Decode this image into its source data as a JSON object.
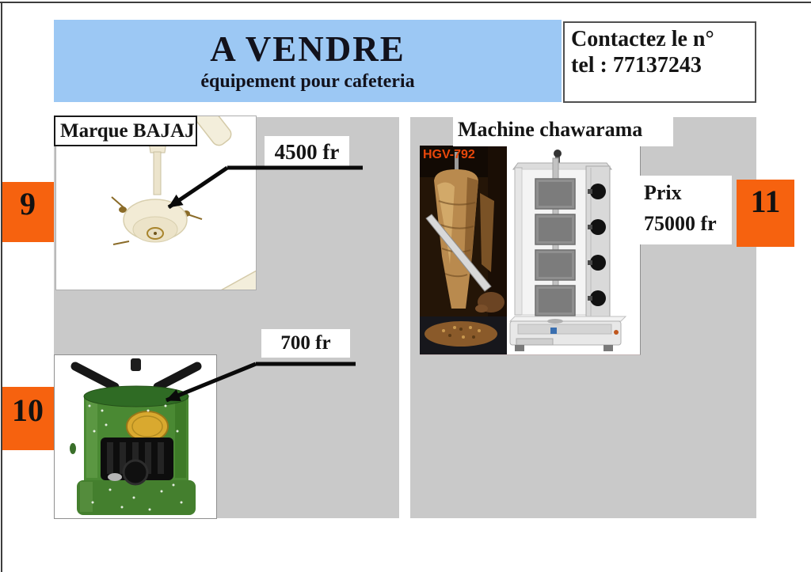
{
  "header": {
    "title": "A VENDRE",
    "subtitle": "équipement pour cafeteria"
  },
  "contact": {
    "line1": "Contactez le n°",
    "line2": "tel : 77137243"
  },
  "left_section": {
    "brand_label": "Marque BAJAJ",
    "fan_price": "4500 fr",
    "stove_price": "700 fr",
    "item_number_fan": "9",
    "item_number_stove": "10"
  },
  "right_section": {
    "title": "Machine chawarama",
    "model_code": "HGV-792",
    "price_label": "Prix",
    "price_value": "75000 fr",
    "item_number": "11"
  },
  "colors": {
    "accent_orange": "#F6620F",
    "header_blue": "#9CC8F4",
    "panel_gray": "#C9C9C9"
  }
}
